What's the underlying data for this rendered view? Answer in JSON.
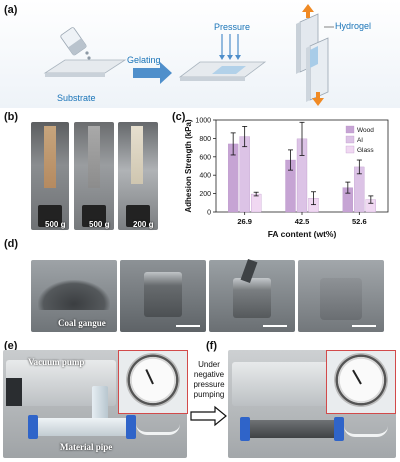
{
  "panel_labels": {
    "a": "(a)",
    "b": "(b)",
    "c": "(c)",
    "d": "(d)",
    "e": "(e)",
    "f": "(f)"
  },
  "panel_a": {
    "substrate": "Substrate",
    "gelating": "Gelating",
    "pressure": "Pressure",
    "hydrogel": "Hydrogel"
  },
  "panel_b": {
    "weights": [
      "500 g",
      "500 g",
      "200 g"
    ]
  },
  "panel_d": {
    "coal_gangue": "Coal gangue"
  },
  "panel_e": {
    "vacuum_pump": "Vacuum pump",
    "material_pipe": "Material pipe"
  },
  "panel_f": {
    "arrow_text": [
      "Under",
      "negative",
      "pressure",
      "pumping"
    ]
  },
  "chart_data": {
    "type": "bar",
    "xlabel": "FA content (wt%)",
    "ylabel": "Adhesion Strength (kPa)",
    "categories": [
      "26.9",
      "42.5",
      "52.6"
    ],
    "ylim": [
      0,
      1000
    ],
    "yticks": [
      0,
      200,
      400,
      600,
      800,
      1000
    ],
    "series": [
      {
        "name": "Wood",
        "color": "#c6a4d4",
        "values": [
          740,
          565,
          265
        ],
        "errors": [
          120,
          110,
          60
        ]
      },
      {
        "name": "Al",
        "color": "#dcc3e6",
        "values": [
          820,
          795,
          490
        ],
        "errors": [
          110,
          180,
          75
        ]
      },
      {
        "name": "Glass",
        "color": "#f0d8f2",
        "values": [
          195,
          150,
          135
        ],
        "errors": [
          20,
          70,
          40
        ]
      }
    ],
    "legend": "top-right"
  }
}
